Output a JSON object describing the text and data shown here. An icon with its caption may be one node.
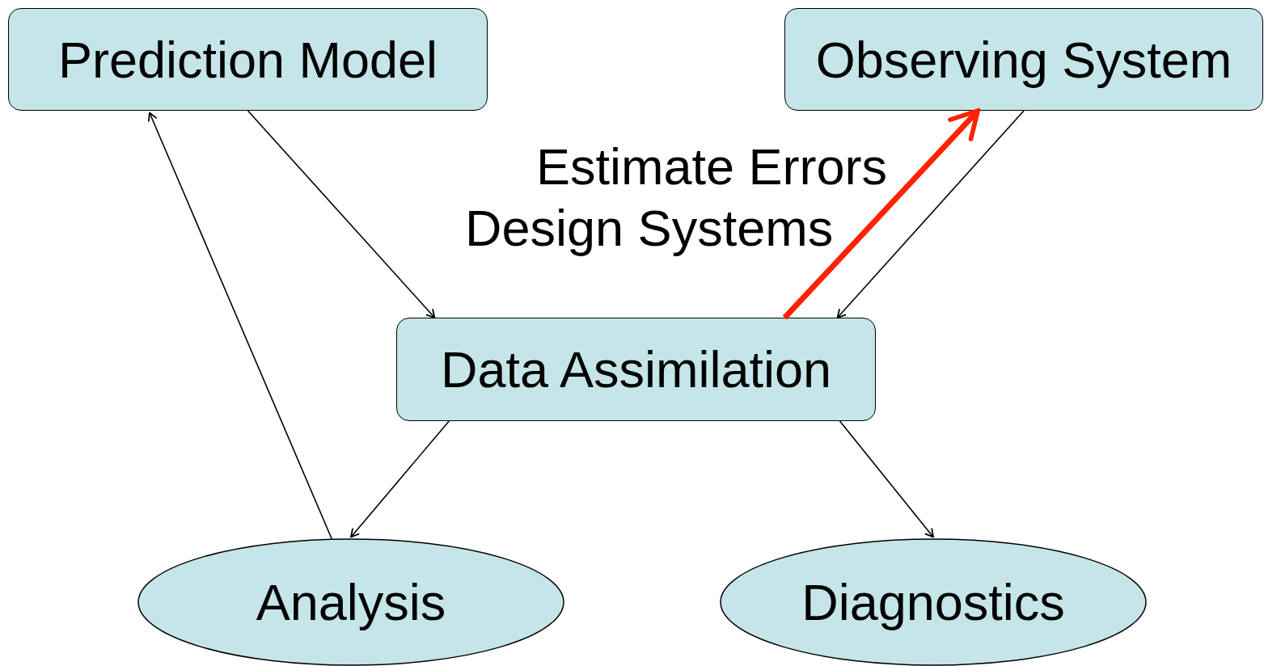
{
  "diagram": {
    "nodes": [
      {
        "text": [
          "Prediction Model"
        ]
      },
      {
        "text": [
          "Observing System"
        ]
      },
      {
        "text": [
          "Data Assimilation"
        ]
      },
      {
        "text": [
          "Analysis"
        ]
      },
      {
        "text": [
          "Diagnostics"
        ]
      }
    ],
    "edges": [
      {
        "from": 0,
        "to": 2,
        "arrow": "to"
      },
      {
        "from": 1,
        "to": 2,
        "arrow": "to"
      },
      {
        "from": 2,
        "to": 1,
        "arrow": "to",
        "style": "thick",
        "color": "#ff2200"
      },
      {
        "from": 2,
        "to": 3,
        "arrow": "to"
      },
      {
        "from": 3,
        "to": 0,
        "arrow": "to"
      },
      {
        "from": 2,
        "to": 4,
        "arrow": "to"
      }
    ],
    "labels": [
      "Estimate Errors",
      "Design Systems"
    ]
  }
}
